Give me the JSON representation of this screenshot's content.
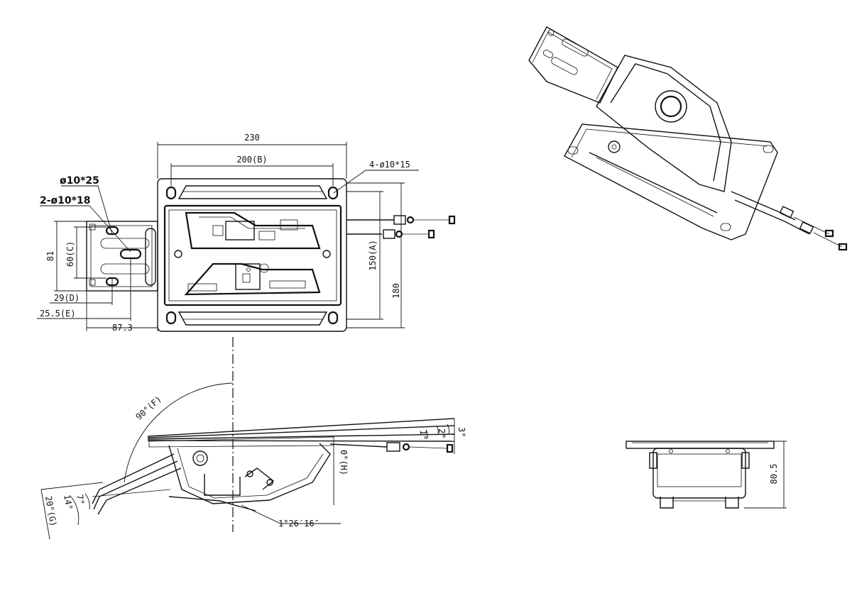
{
  "top_view": {
    "dim_overall_width": "230",
    "dim_hole_spacing": "200(B)",
    "dim_corner_holes": "4-ø10*15",
    "dim_slot_large": "ø10*25",
    "dim_slots_small": "2-ø10*18",
    "dim_bracket_height": "81",
    "dim_slot_spacing": "60(C)",
    "dim_offset_d": "29(D)",
    "dim_offset_e": "25.5(E)",
    "dim_bracket_length": "87.3",
    "dim_hole_height": "150(A)",
    "dim_overall_height": "180"
  },
  "side_view": {
    "angle_recline": "90°(F)",
    "angle_tilt_3": "3°",
    "angle_tilt_2": "2°",
    "angle_tilt_1": "1°",
    "angle_back_7": "7°",
    "angle_back_14": "14°",
    "angle_back_20": "20°(G)",
    "angle_zero": "0°(H)",
    "angle_base": "1°26′16″"
  },
  "front_view": {
    "dim_height": "80.5"
  }
}
